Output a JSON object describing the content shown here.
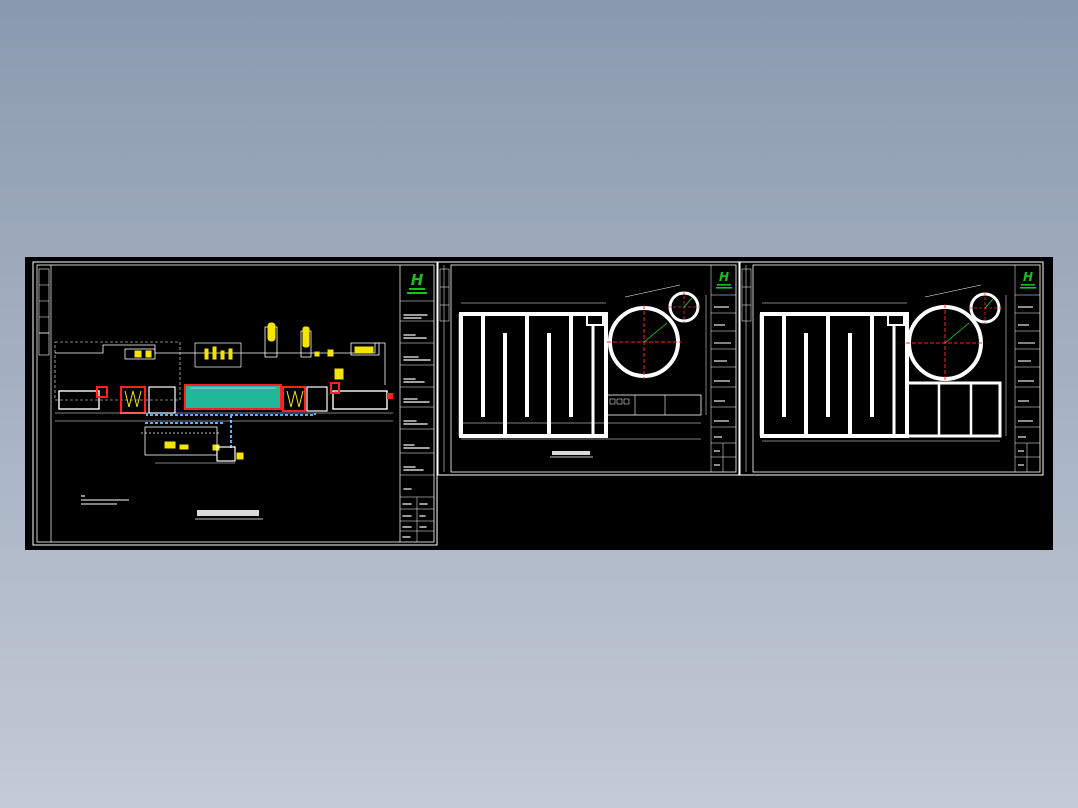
{
  "viewer": {
    "background_top": "#8a9aae",
    "background_bottom": "#c4cad6",
    "canvas_color": "#000000"
  },
  "drawing": {
    "line_color": "#ffffff",
    "pipe_color": "#4fb3ff",
    "wall_color": "#ff2020",
    "tank_fill": "#1fb89a",
    "equipment_color": "#f5e400",
    "axis_color": "#ff2020",
    "radius_color": "#22dd22",
    "frame_color": "#ffffff",
    "logo_color": "#19c219",
    "logo_glyph": "H",
    "sheets": [
      {
        "id": "section",
        "logo_icon": "company-logo-icon"
      },
      {
        "id": "plan-1",
        "logo_icon": "company-logo-icon"
      },
      {
        "id": "plan-2",
        "logo_icon": "company-logo-icon"
      }
    ]
  }
}
